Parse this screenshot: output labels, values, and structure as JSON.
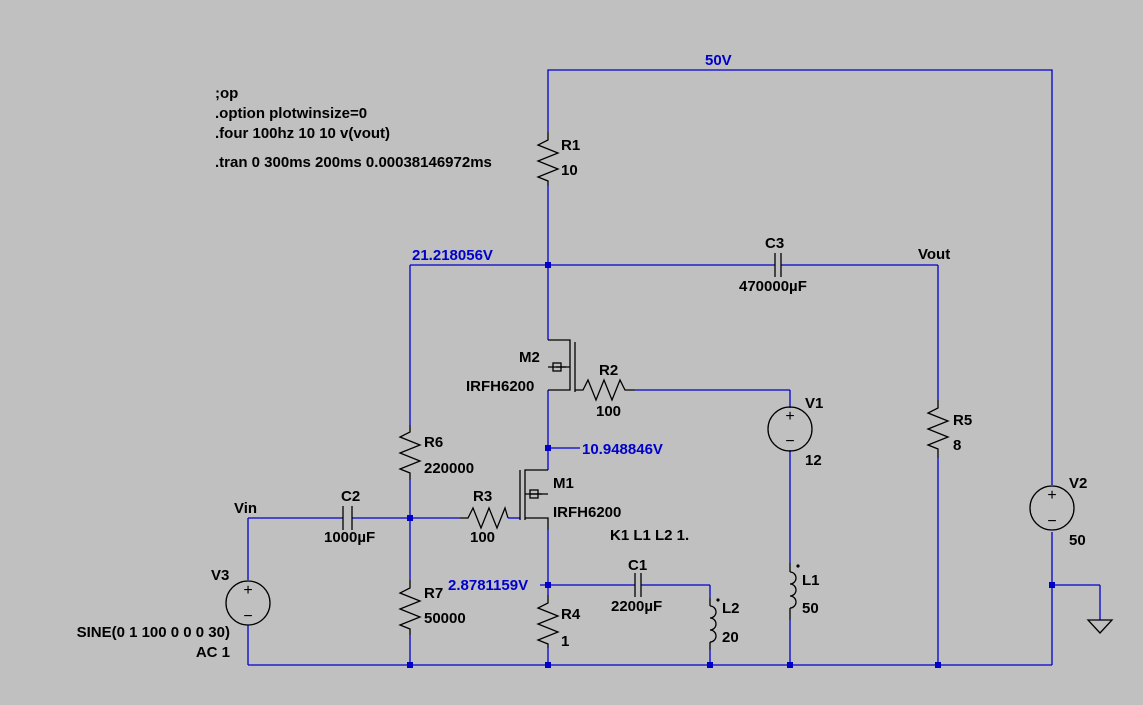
{
  "directives": [
    ";op",
    ".option plotwinsize=0",
    ".four 100hz 10 10 v(vout)",
    ".tran 0 300ms 200ms 0.00038146972ms"
  ],
  "coupling": "K1 L1 L2 1.",
  "nets": {
    "top": "50V",
    "vdrain": "21.218056V",
    "vmid": "10.948846V",
    "vsrc": "2.8781159V",
    "vout": "Vout",
    "vin": "Vin"
  },
  "components": {
    "R1": {
      "name": "R1",
      "value": "10"
    },
    "R2": {
      "name": "R2",
      "value": "100"
    },
    "R3": {
      "name": "R3",
      "value": "100"
    },
    "R4": {
      "name": "R4",
      "value": "1"
    },
    "R5": {
      "name": "R5",
      "value": "8"
    },
    "R6": {
      "name": "R6",
      "value": "220000"
    },
    "R7": {
      "name": "R7",
      "value": "50000"
    },
    "C1": {
      "name": "C1",
      "value": "2200µF"
    },
    "C2": {
      "name": "C2",
      "value": "1000µF"
    },
    "C3": {
      "name": "C3",
      "value": "470000µF"
    },
    "L1": {
      "name": "L1",
      "value": "50"
    },
    "L2": {
      "name": "L2",
      "value": "20"
    },
    "M1": {
      "name": "M1",
      "value": "IRFH6200"
    },
    "M2": {
      "name": "M2",
      "value": "IRFH6200"
    },
    "V1": {
      "name": "V1",
      "value": "12"
    },
    "V2": {
      "name": "V2",
      "value": "50"
    },
    "V3": {
      "name": "V3",
      "value1": "SINE(0 1 100 0 0 0 30)",
      "value2": "AC 1"
    }
  },
  "colors": {
    "background": "#c0c0c0",
    "wire": "#0000cc",
    "component": "#000000",
    "net_label": "#0000cc"
  }
}
